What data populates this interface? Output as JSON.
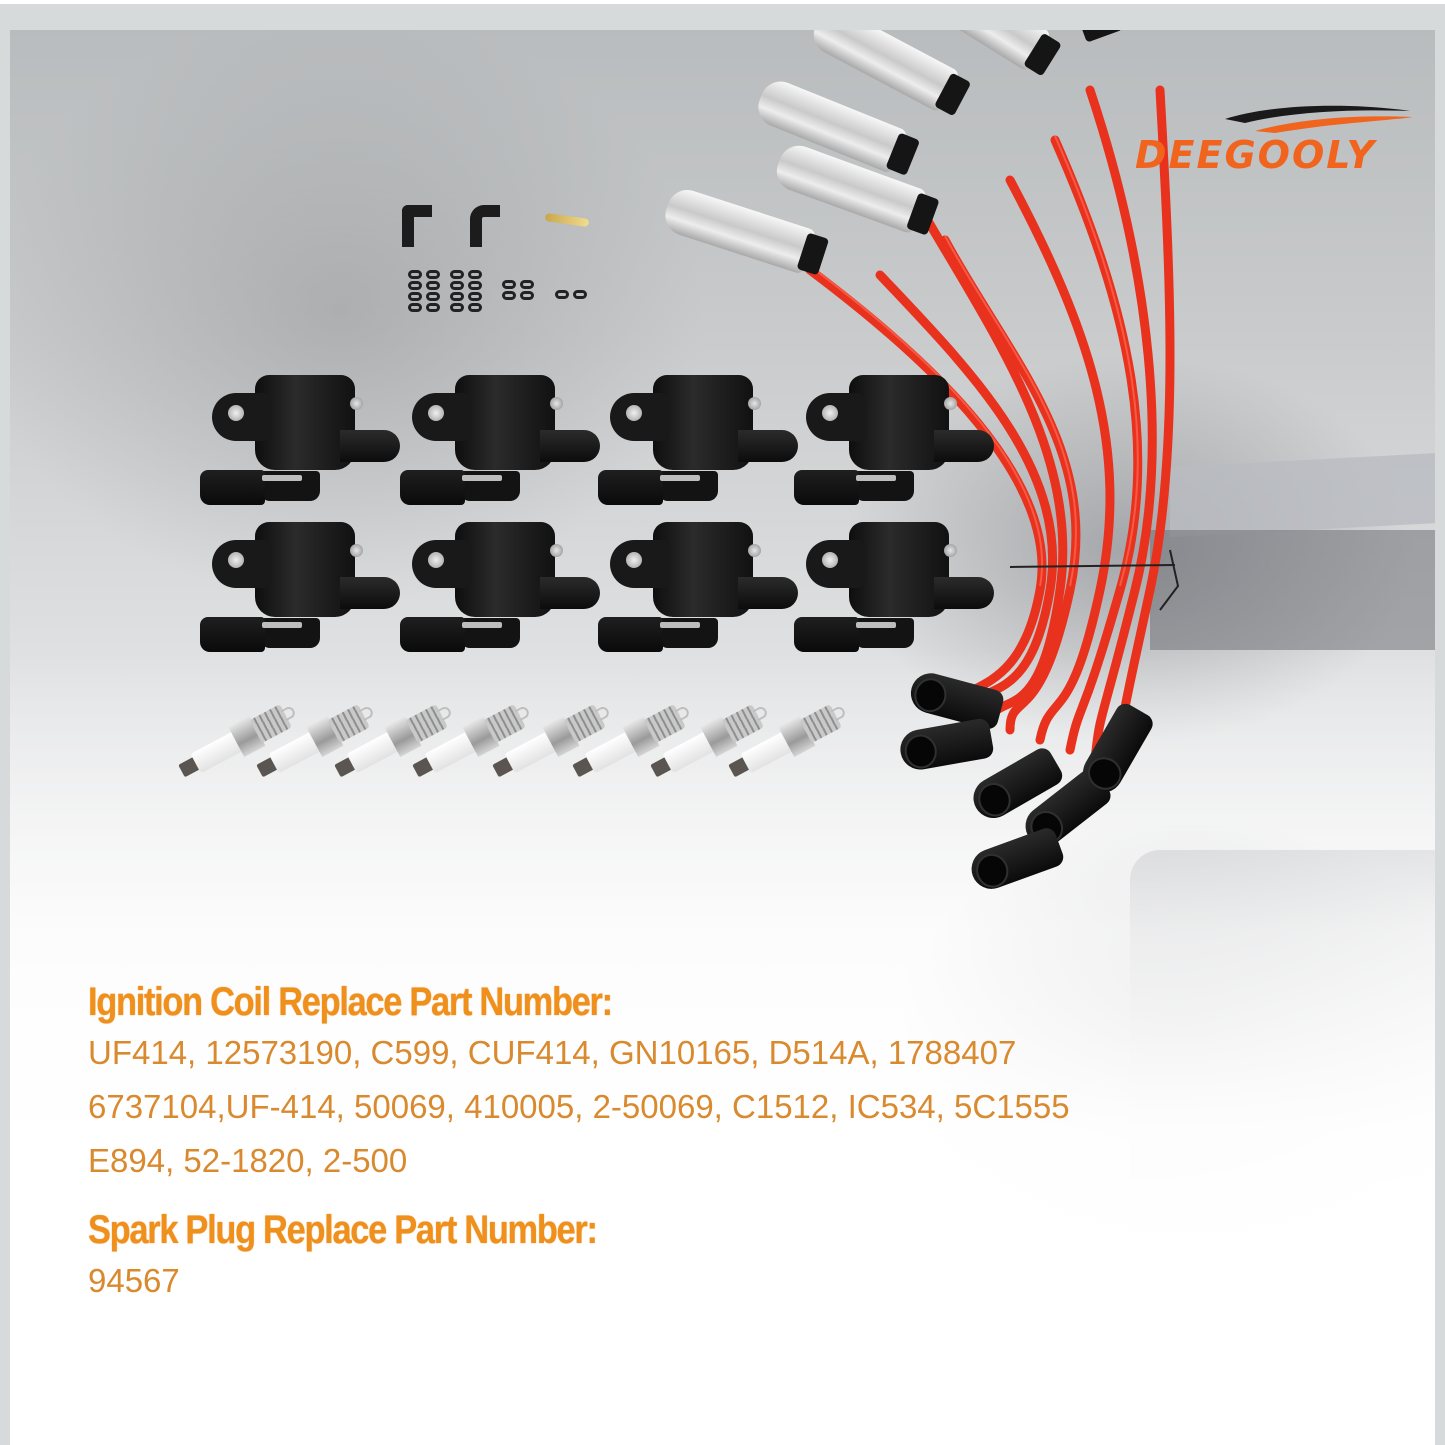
{
  "brand": {
    "logo_text": "DEEGOOLY",
    "logo_color": "#f0641e"
  },
  "product_image": {
    "items_shown": [
      {
        "name": "ignition-coil",
        "count": 8,
        "color": "#151515"
      },
      {
        "name": "spark-plug",
        "count": 8
      },
      {
        "name": "spark-plug-wire-set",
        "count": 8,
        "wire_color": "#e8321e"
      },
      {
        "name": "wire-separator-clips",
        "count": 4
      },
      {
        "name": "angled-boots",
        "count": 2
      },
      {
        "name": "terminal",
        "count": 1
      }
    ]
  },
  "ignition_coil": {
    "heading": "Ignition Coil Replace Part Number:",
    "lines": [
      "UF414, 12573190, C599, CUF414, GN10165, D514A, 1788407",
      "6737104,UF-414, 50069, 410005, 2-50069, C1512, IC534, 5C1555",
      "E894, 52-1820, 2-500"
    ],
    "part_numbers": [
      "UF414",
      "12573190",
      "C599",
      "CUF414",
      "GN10165",
      "D514A",
      "1788407",
      "6737104",
      "UF-414",
      "50069",
      "410005",
      "2-50069",
      "C1512",
      "IC534",
      "5C1555",
      "E894",
      "52-1820",
      "2-500"
    ]
  },
  "spark_plug": {
    "heading": "Spark Plug Replace Part Number:",
    "lines": [
      "94567"
    ],
    "part_numbers": [
      "94567"
    ]
  },
  "colors": {
    "heading": "#f0901c",
    "body_text": "#d9892e",
    "frame": "#d6dada"
  }
}
